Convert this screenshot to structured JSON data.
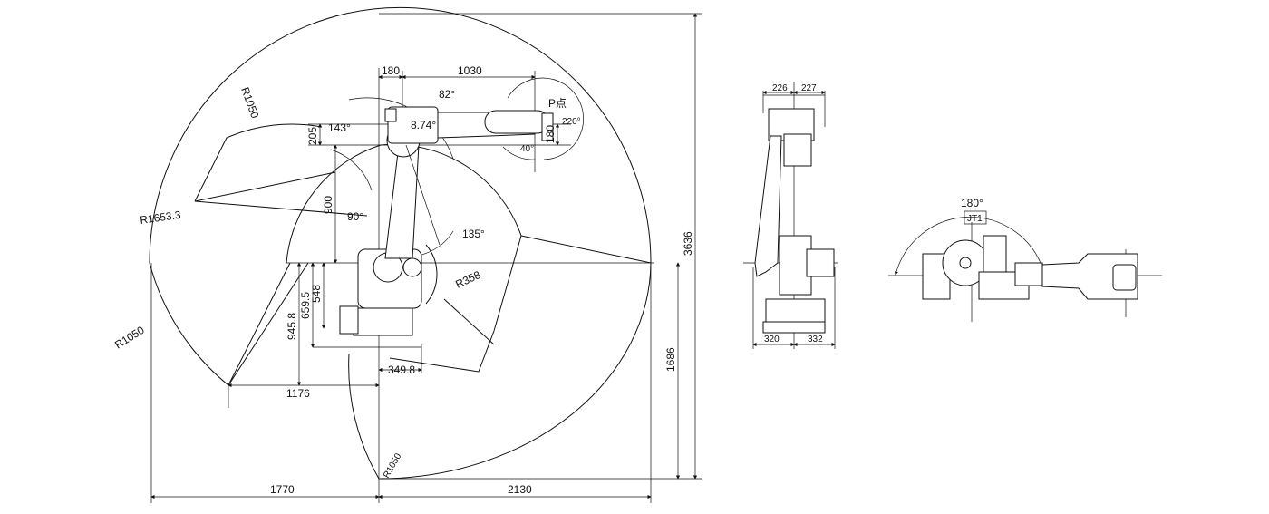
{
  "title": "Robot working envelope drawing",
  "side_view": {
    "dimensions": {
      "horizontal_total_left": "1770",
      "horizontal_total_right": "2130",
      "height_total": "3636",
      "height_below_base": "1686",
      "lower_reach_left": "1176",
      "base_offset": "349.8",
      "depth_945": "945.8",
      "depth_659": "659.5",
      "depth_548": "548",
      "arm_height": "900",
      "wrist_offset": "205",
      "upper_offset": "180",
      "upper_length": "1030",
      "flange_offset": "180"
    },
    "radii": {
      "r_top": "R1050",
      "r_mid": "R1653.3",
      "r_left": "R1050",
      "r_bottom": "R1050",
      "r_small": "R358"
    },
    "angles": {
      "a82": "82°",
      "a143": "143°",
      "a874": "8.74°",
      "a90": "90°",
      "a135": "135°",
      "a220": "220°",
      "a40": "40°"
    },
    "point_label": "P点"
  },
  "front_view": {
    "top_left": "226",
    "top_right": "227",
    "bottom_left": "320",
    "bottom_right": "332"
  },
  "top_view": {
    "rotation": "180°",
    "joint_label": "JT1"
  }
}
